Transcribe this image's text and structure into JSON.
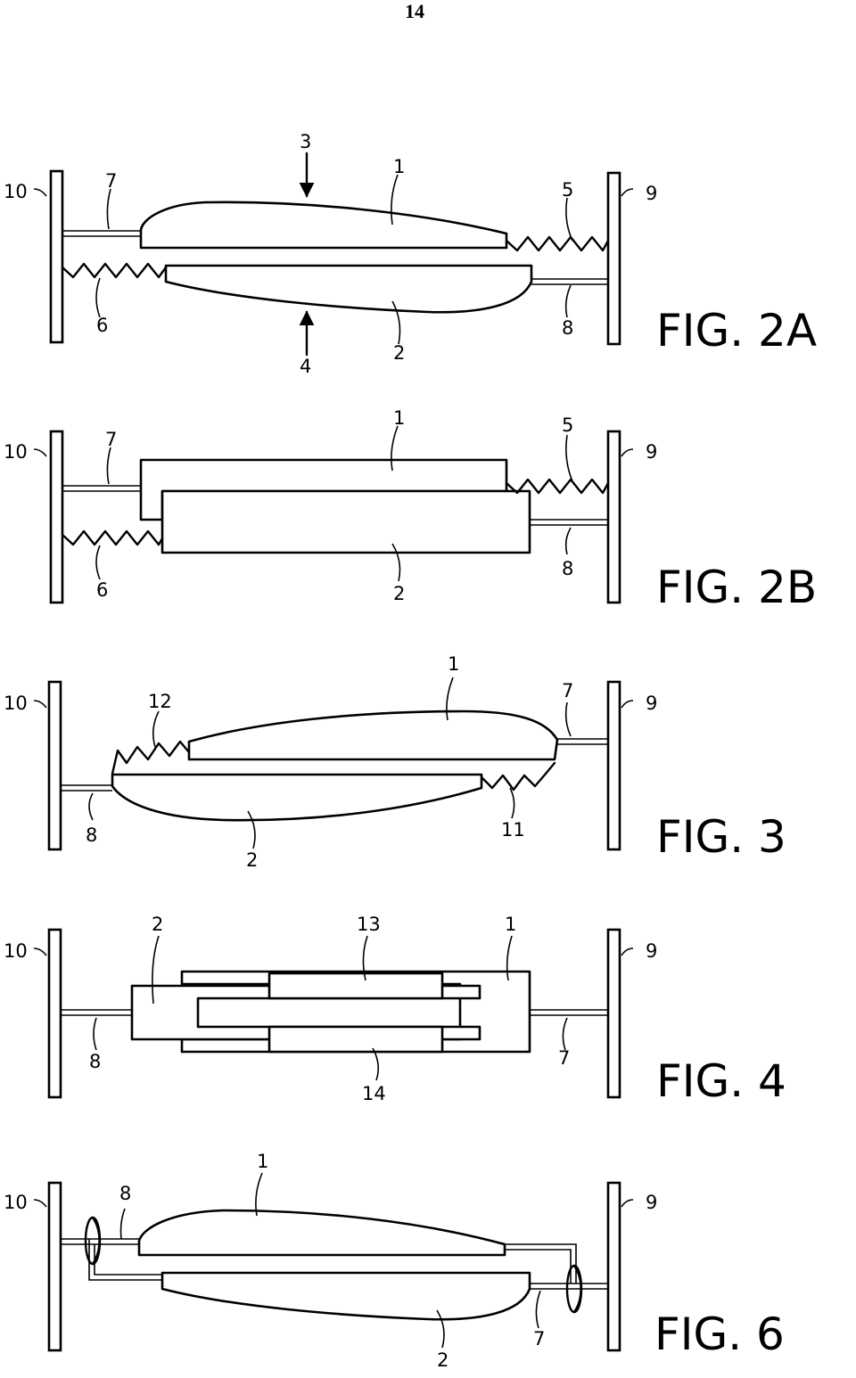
{
  "page_number": "14",
  "figures": {
    "fig2a": {
      "caption": "FIG. 2A",
      "labels": {
        "l10": "10",
        "l9": "9",
        "l7": "7",
        "l3": "3",
        "l1": "1",
        "l5": "5",
        "l6": "6",
        "l4": "4",
        "l2": "2",
        "l8": "8"
      }
    },
    "fig2b": {
      "caption": "FIG. 2B",
      "labels": {
        "l10": "10",
        "l9": "9",
        "l7": "7",
        "l1": "1",
        "l5": "5",
        "l6": "6",
        "l2": "2",
        "l8": "8"
      }
    },
    "fig3": {
      "caption": "FIG. 3",
      "labels": {
        "l10": "10",
        "l9": "9",
        "l1": "1",
        "l12": "12",
        "l7": "7",
        "l8": "8",
        "l2": "2",
        "l11": "11"
      }
    },
    "fig4": {
      "caption": "FIG. 4",
      "labels": {
        "l10": "10",
        "l9": "9",
        "l2": "2",
        "l13": "13",
        "l1": "1",
        "l8": "8",
        "l7": "7",
        "l14": "14"
      }
    },
    "fig6": {
      "caption": "FIG. 6",
      "labels": {
        "l10": "10",
        "l9": "9",
        "l1": "1",
        "l8": "8",
        "l2": "2",
        "l7": "7"
      }
    }
  }
}
